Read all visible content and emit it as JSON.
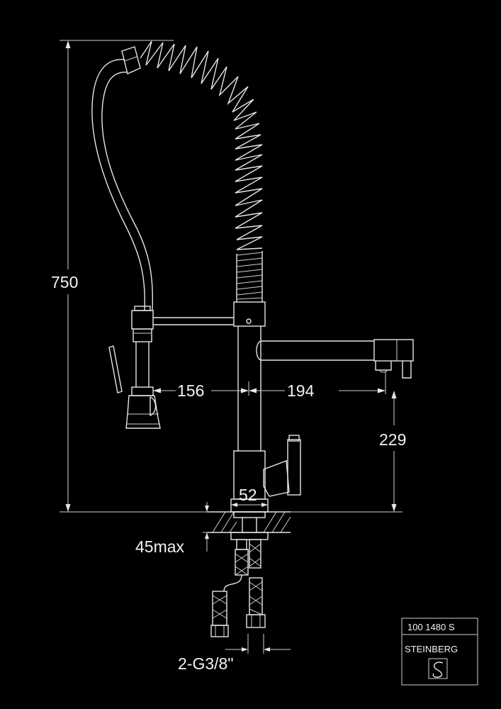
{
  "dimensions": {
    "height_total": "750",
    "spout_left": "156",
    "spout_right": "194",
    "outlet_height": "229",
    "base_diameter": "52",
    "counter_thickness": "45max",
    "connection": "2-G3/8\""
  },
  "title_block": {
    "article_number": "100 1480 S",
    "brand": "STEINBERG"
  },
  "colors": {
    "background": "#000000",
    "line": "#e6e6e6"
  },
  "icons": {
    "brand_logo": "steinberg-logo-icon"
  }
}
